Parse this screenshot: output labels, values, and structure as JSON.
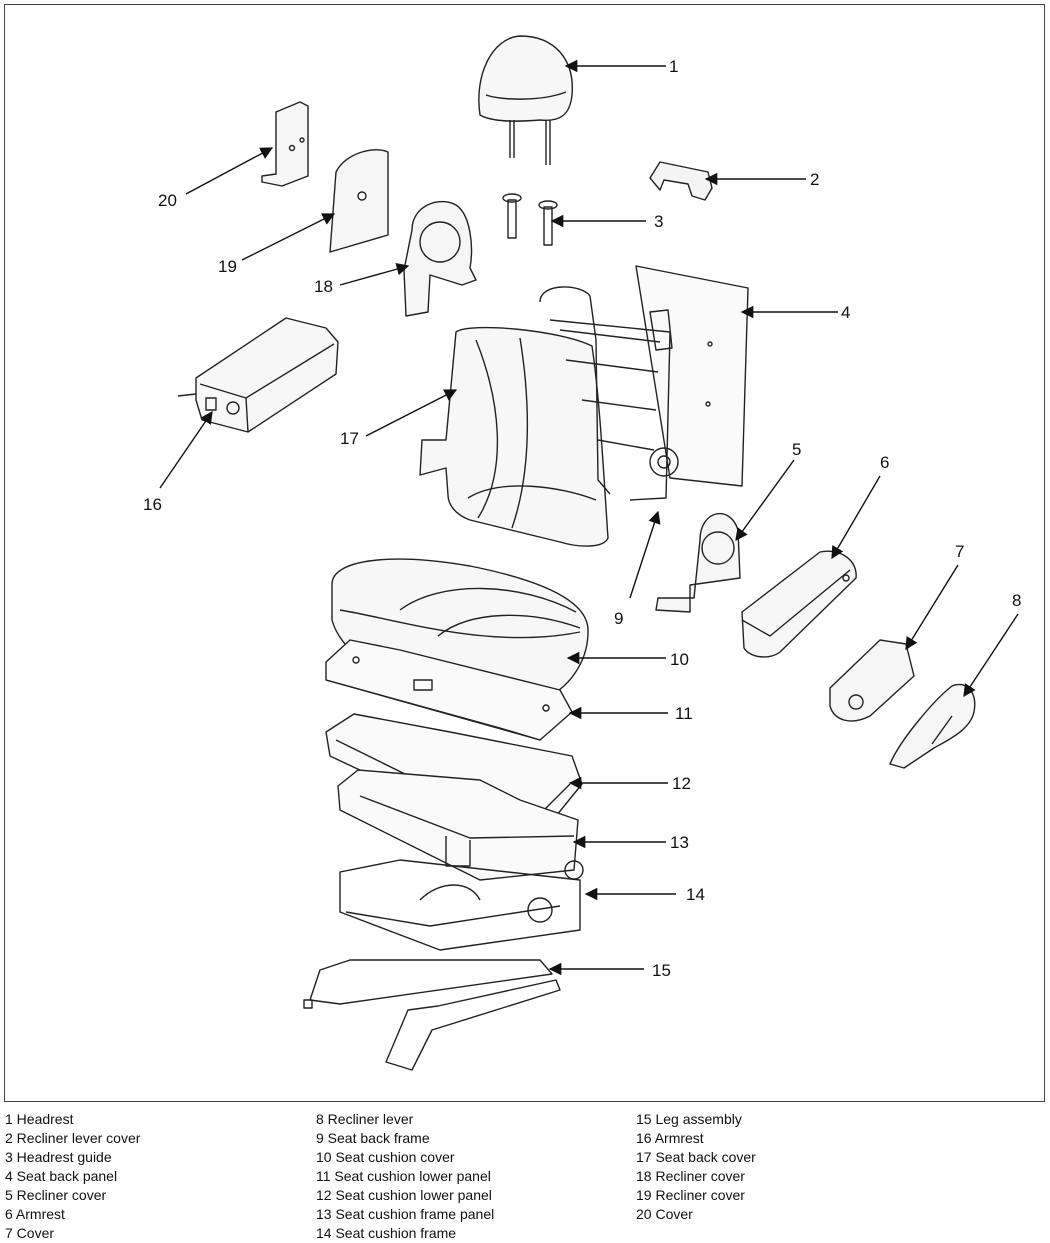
{
  "diagram": {
    "callouts": [
      "1",
      "2",
      "3",
      "4",
      "5",
      "6",
      "7",
      "8",
      "9",
      "10",
      "11",
      "12",
      "13",
      "14",
      "15",
      "16",
      "17",
      "18",
      "19",
      "20"
    ]
  },
  "legend": {
    "col1": [
      "1 Headrest",
      "2 Recliner lever cover",
      "3 Headrest guide",
      "4 Seat back panel",
      "5 Recliner cover",
      "6 Armrest",
      "7 Cover"
    ],
    "col2": [
      "8 Recliner lever",
      "9 Seat back frame",
      "10 Seat cushion cover",
      "11 Seat cushion lower panel",
      "12 Seat cushion lower panel",
      "13 Seat cushion frame panel",
      "14 Seat cushion frame"
    ],
    "col3": [
      "15 Leg assembly",
      "16 Armrest",
      "17 Seat back cover",
      "18 Recliner cover",
      "19 Recliner cover",
      "20 Cover"
    ]
  }
}
